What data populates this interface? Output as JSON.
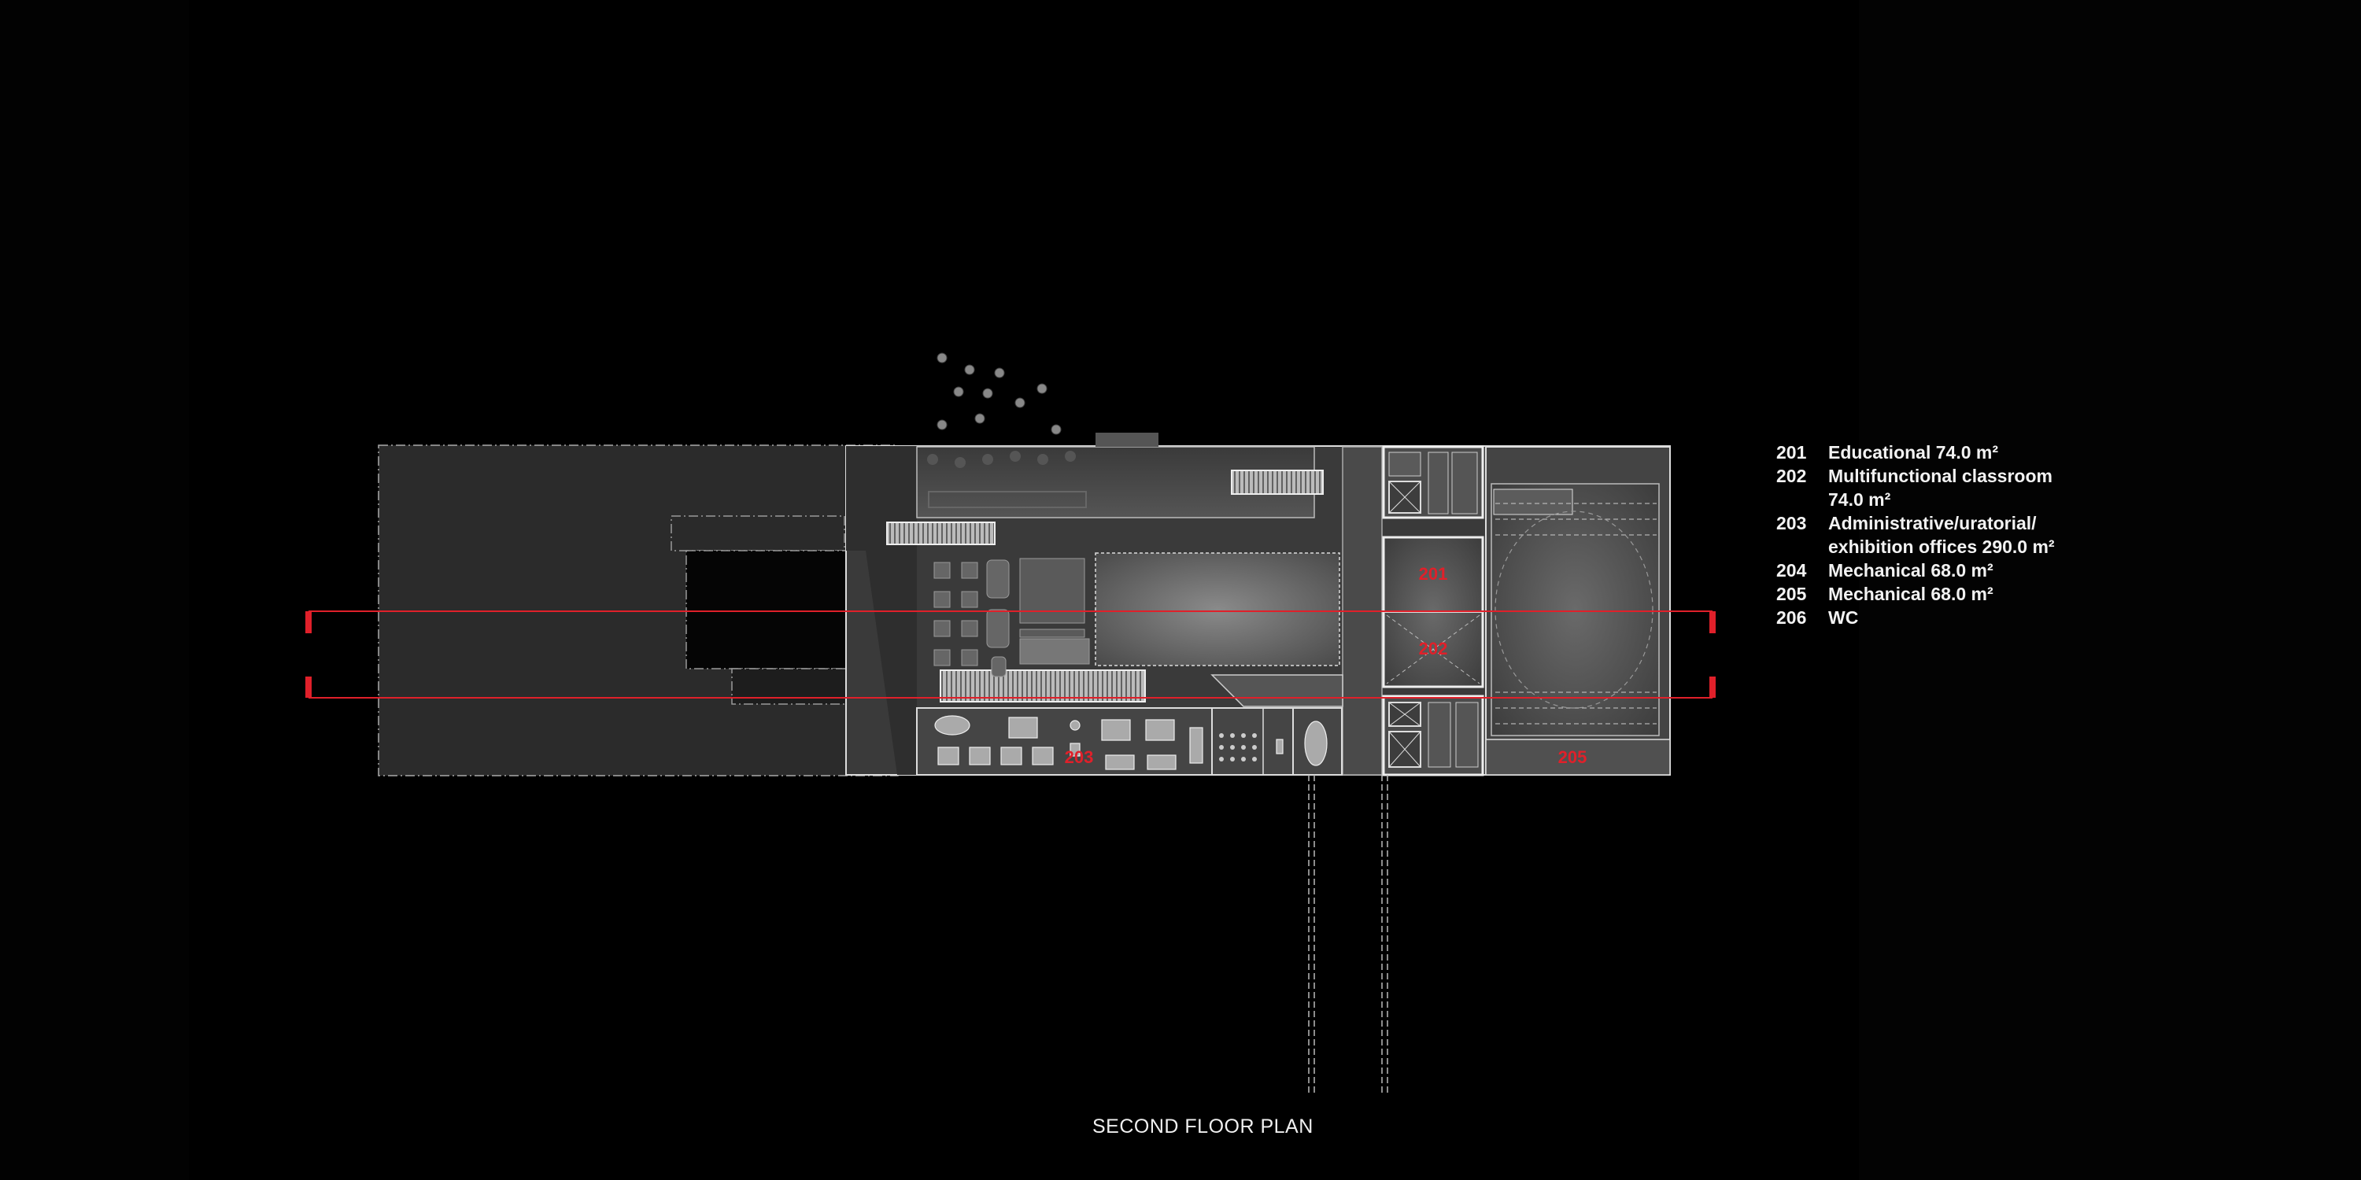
{
  "title": "SECOND FLOOR PLAN",
  "accent_color": "#e0202a",
  "rooms_on_plan": [
    {
      "id": "201",
      "label": "201"
    },
    {
      "id": "202",
      "label": "202"
    },
    {
      "id": "203",
      "label": "203"
    },
    {
      "id": "205",
      "label": "205"
    }
  ],
  "legend": [
    {
      "num": "201",
      "text": "Educational 74.0 m²"
    },
    {
      "num": "202",
      "text": "Multifunctional classroom 74.0 m²"
    },
    {
      "num": "203",
      "text": "Administrative/uratorial/ exhibition offices 290.0 m²"
    },
    {
      "num": "204",
      "text": "Mechanical 68.0 m²"
    },
    {
      "num": "205",
      "text": "Mechanical 68.0 m²"
    },
    {
      "num": "206",
      "text": "WC"
    }
  ]
}
